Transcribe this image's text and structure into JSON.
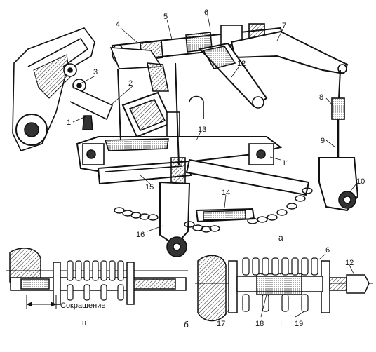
{
  "callouts": {
    "n1": "1",
    "n2": "2",
    "n3": "3",
    "n4": "4",
    "n5": "5",
    "n6": "6",
    "n7": "7",
    "n8": "8",
    "n9": "9",
    "n10": "10",
    "n11": "11",
    "n12": "12",
    "n13": "13",
    "n14": "14",
    "n15": "15",
    "n16": "16",
    "n6b": "6",
    "n12b": "12",
    "n17": "17",
    "n18": "18",
    "n19": "19"
  },
  "panels": {
    "a": "а",
    "b": "б"
  },
  "texts": {
    "shortening": "Сокращение",
    "sub_u": "ц",
    "sub_i": "I"
  }
}
